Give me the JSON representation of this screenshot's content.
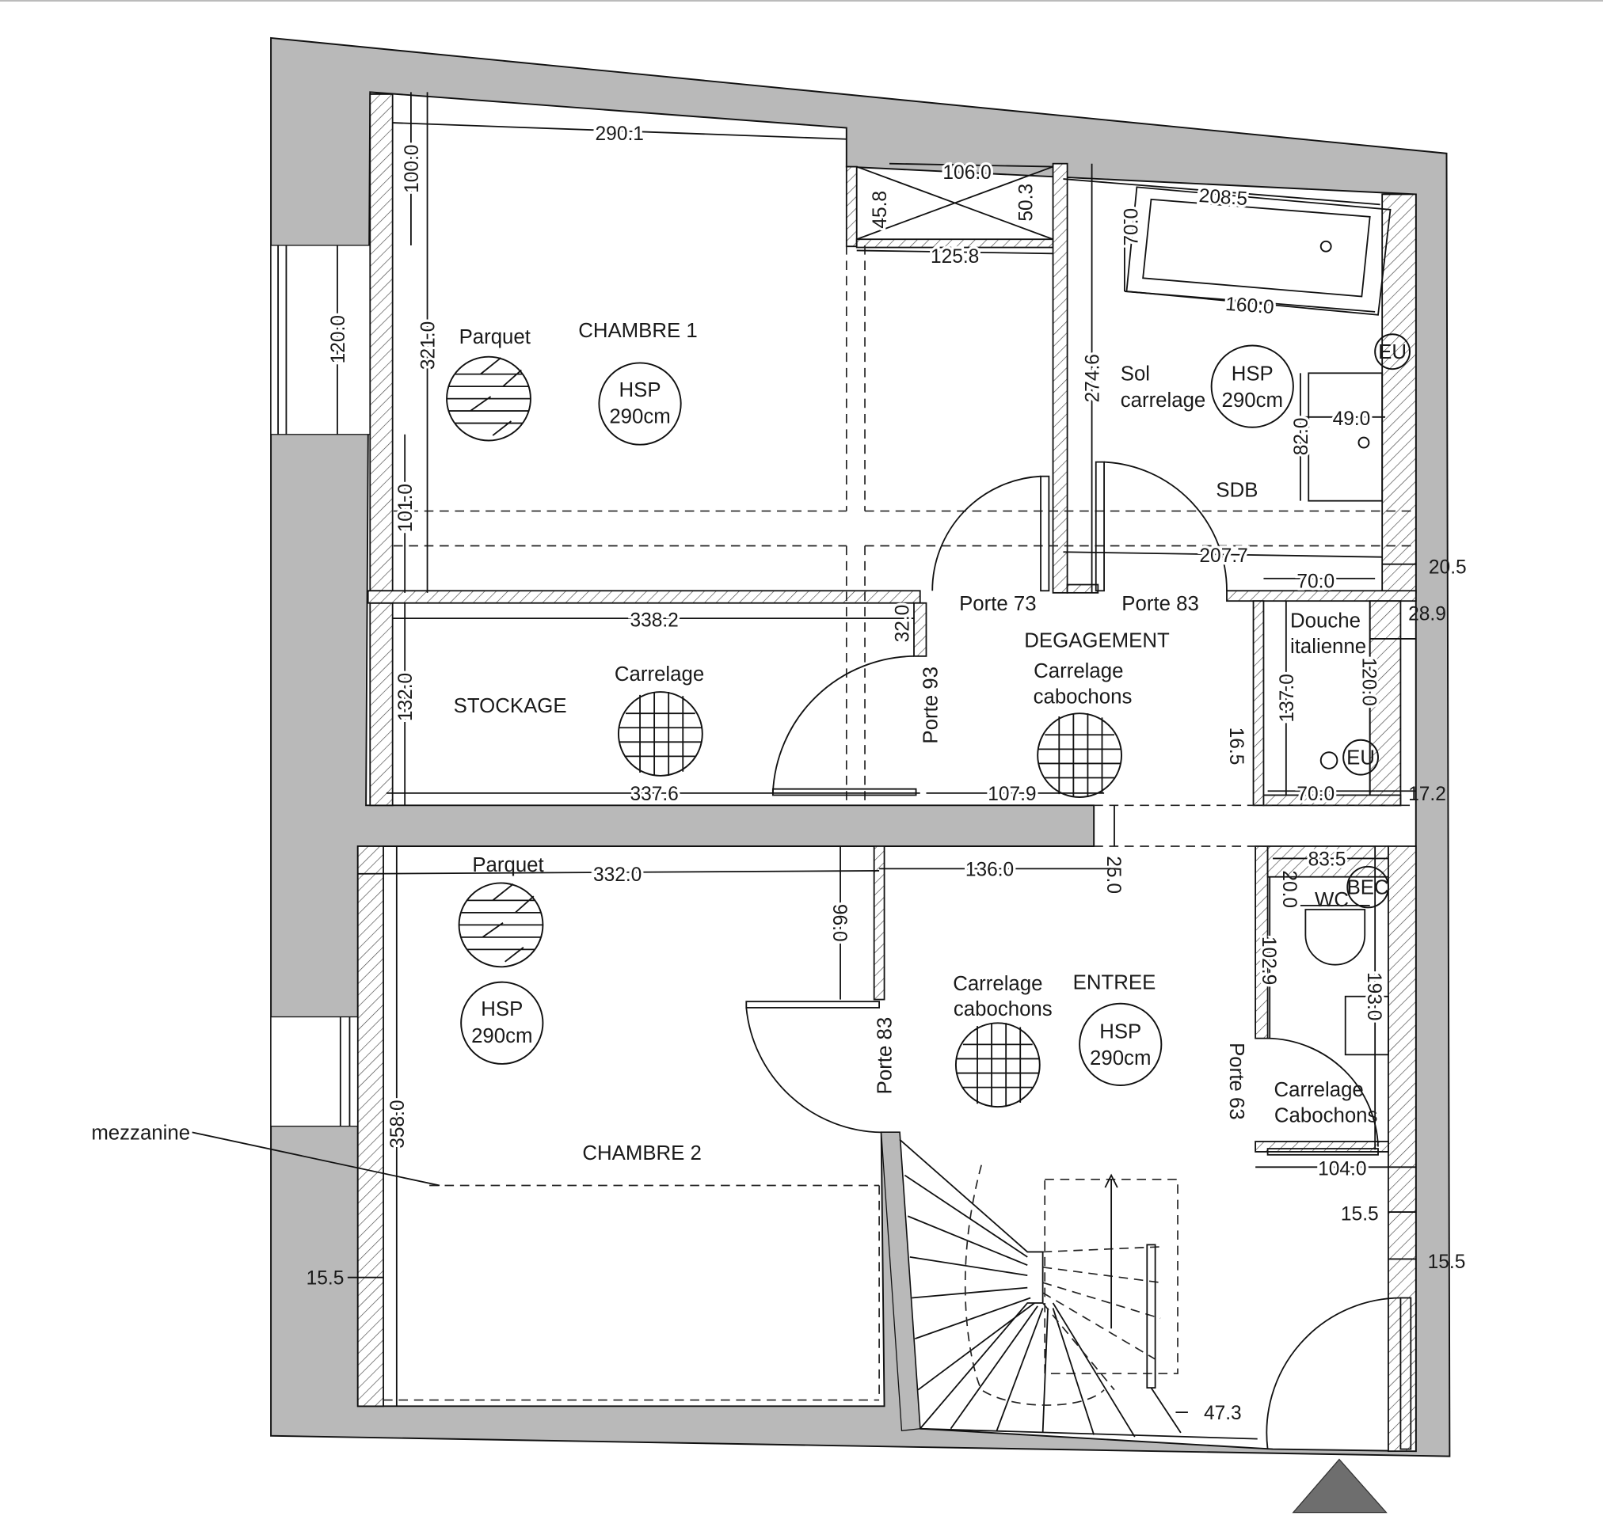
{
  "colors": {
    "outer_wall": "#b9b9b9",
    "lines": "#111111",
    "north_arrow": "#6e6e6e"
  },
  "rooms": {
    "chambre1": "CHAMBRE 1",
    "stockage": "STOCKAGE",
    "degagement": "DEGAGEMENT",
    "sdb": "SDB",
    "entree": "ENTREE",
    "chambre2": "CHAMBRE 2",
    "douche1": "Douche",
    "douche2": "italienne",
    "wc": "WC"
  },
  "materials": {
    "parquet1": "Parquet",
    "carrelage_stockage": "Carrelage",
    "deg1": "Carrelage",
    "deg2": "cabochons",
    "sol1": "Sol",
    "sol2": "carrelage",
    "parquet2": "Parquet",
    "ent1": "Carrelage",
    "ent2": "cabochons",
    "wc1": "Carrelage",
    "wc2": "Cabochons"
  },
  "hsp": {
    "label": "HSP",
    "value": "290cm"
  },
  "fixtures": {
    "eu": "EU",
    "bec": "BEC"
  },
  "doors": {
    "p73": "Porte 73",
    "p83a": "Porte 83",
    "p93": "Porte 93",
    "p83b": "Porte 83",
    "p63": "Porte 63"
  },
  "annotations": {
    "mezzanine": "mezzanine"
  },
  "dims": {
    "d290_1": "290.1",
    "d106_0": "106.0",
    "d125_8": "125.8",
    "d208_5": "208.5",
    "d160_0": "160.0",
    "d49_0": "49.0",
    "d207_7": "207.7",
    "d20_5": "20.5",
    "d70_0a": "70.0",
    "d28_9": "28.9",
    "d338_2": "338.2",
    "d337_6": "337.6",
    "d107_9": "107.9",
    "d70_0b": "70.0",
    "d17_2": "17.2",
    "d83_5": "83.5",
    "d332_0": "332.0",
    "d136_0": "136.0",
    "d104_0": "104.0",
    "d15_5a": "15.5",
    "d15_5b": "15.5",
    "d15_5c": "15.5",
    "d47_3": "47.3",
    "d100_0": "100.0",
    "d120_0a": "120.0",
    "d321_0": "321.0",
    "d101_0": "101.0",
    "d132_0": "132.0",
    "d45_8": "45.8",
    "d50_3": "50.3",
    "d70_0c": "70.0",
    "d274_6": "274.6",
    "d82_0": "82.0",
    "d137_0": "137.0",
    "d120_0b": "120.0",
    "d16_5": "16.5",
    "d32_0": "32.0",
    "d25_0": "25.0",
    "d96_0": "96.0",
    "d20_0": "20.0",
    "d102_9": "102.9",
    "d193_0": "193.0",
    "d358_0": "358.0"
  }
}
